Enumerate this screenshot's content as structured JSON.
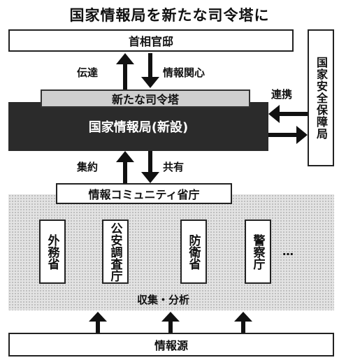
{
  "title": "国家情報局を新たな司令塔に",
  "pm_office": "首相官邸",
  "label_report": "伝達",
  "label_interest": "情報関心",
  "new_command": "新たな司令塔",
  "nia": "国家情報局(新設)",
  "label_cooperation": "連携",
  "nsc": "国家安全保障局",
  "label_aggregate": "集約",
  "label_share": "共有",
  "intel_community": "情報コミュニティ省庁",
  "agencies": [
    {
      "lines": [
        "外務省"
      ]
    },
    {
      "lines": [
        "公安",
        "調査庁"
      ]
    },
    {
      "lines": [
        "防衛省"
      ]
    },
    {
      "lines": [
        "警察庁"
      ]
    }
  ],
  "ellipsis": "…",
  "label_collect": "収集・分析",
  "sources": "情報源"
}
